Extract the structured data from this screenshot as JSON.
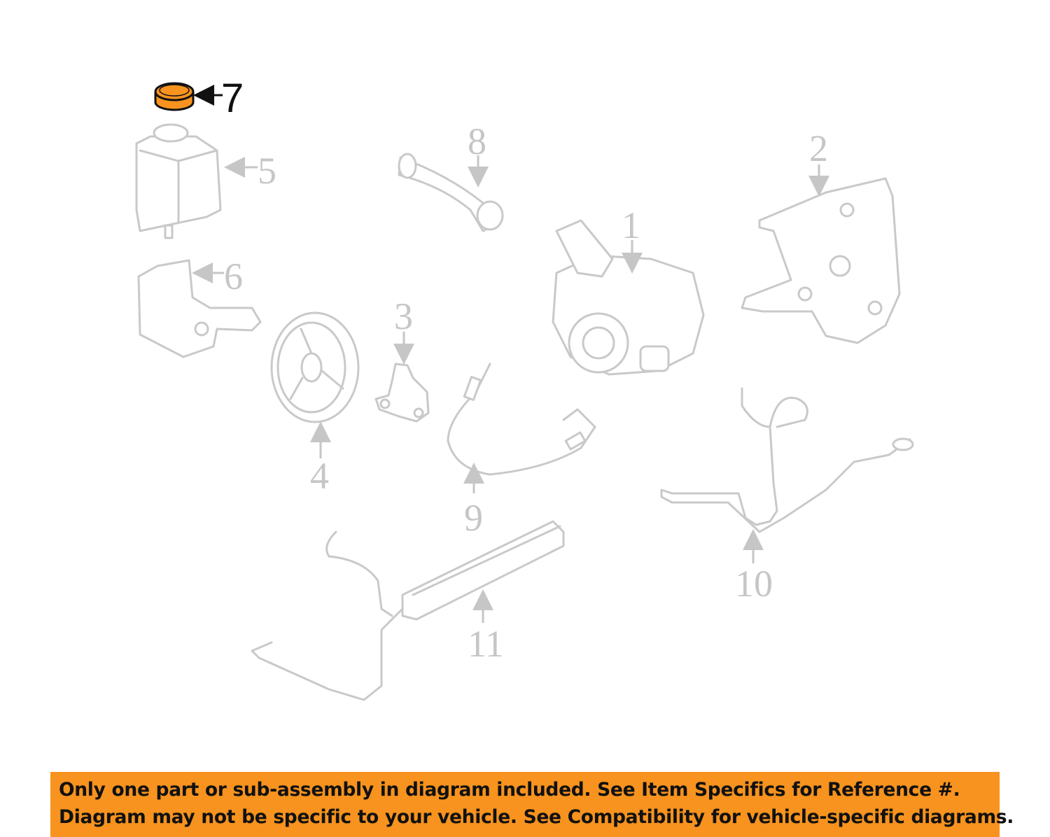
{
  "diagram": {
    "highlighted_part": "7",
    "highlight_color": "#f7931e",
    "callouts": [
      "1",
      "2",
      "3",
      "4",
      "5",
      "6",
      "7",
      "8",
      "9",
      "10",
      "11"
    ]
  },
  "banner": {
    "line1": "Only one part or sub-assembly in diagram included. See Item Specifics for Reference #.",
    "line2": "Diagram may not be specific to your vehicle. See Compatibility for vehicle-specific diagrams.",
    "color": "#f7931e"
  }
}
